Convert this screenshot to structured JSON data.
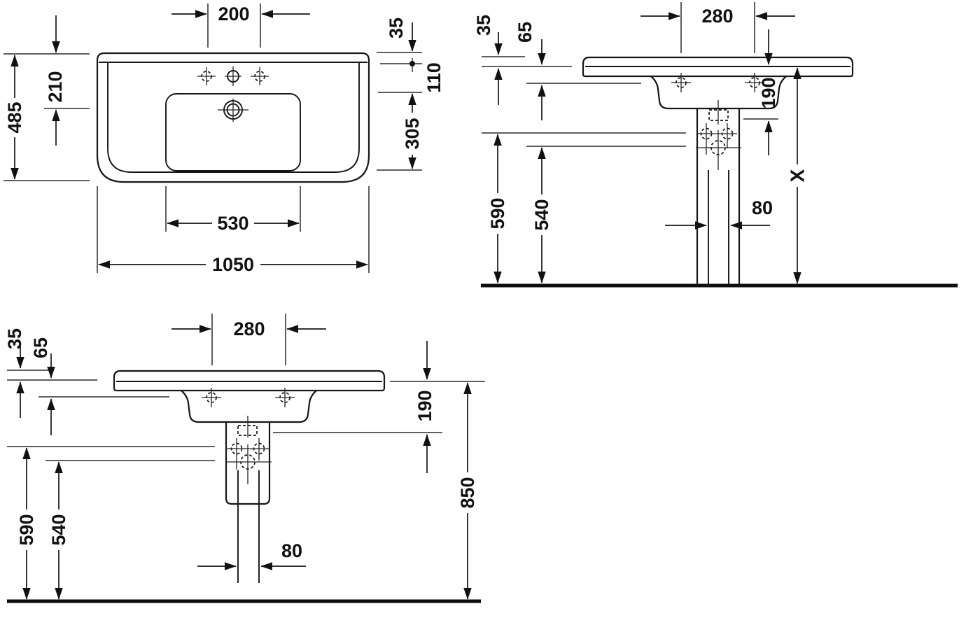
{
  "drawing": {
    "type": "washbasin technical dimension drawing",
    "colors": {
      "line": "#161616",
      "background": "#ffffff"
    },
    "views": {
      "plan": {
        "label": "plan view of washbasin",
        "dims": {
          "tap_hole_spacing": "200",
          "rim_edge": "35",
          "tap_to_basin": "110",
          "basin_length": "305",
          "drain_offset": "210",
          "overall_depth": "485",
          "basin_width": "530",
          "overall_width": "1050"
        }
      },
      "side_pedestal": {
        "label": "side view with pedestal",
        "dims": {
          "fixing_hole_spacing": "280",
          "rim_edge": "35",
          "front_height": "65",
          "rim_to_fixing": "190",
          "height_590": "590",
          "height_540": "540",
          "pipe_width": "80",
          "overall_height": "X"
        }
      },
      "side_semi_pedestal": {
        "label": "side view with siphon cover",
        "dims": {
          "fixing_hole_spacing": "280",
          "rim_edge": "35",
          "front_height": "65",
          "rim_to_fixing": "190",
          "height_590": "590",
          "height_540": "540",
          "pipe_width": "80",
          "overall_height": "850"
        }
      }
    }
  }
}
